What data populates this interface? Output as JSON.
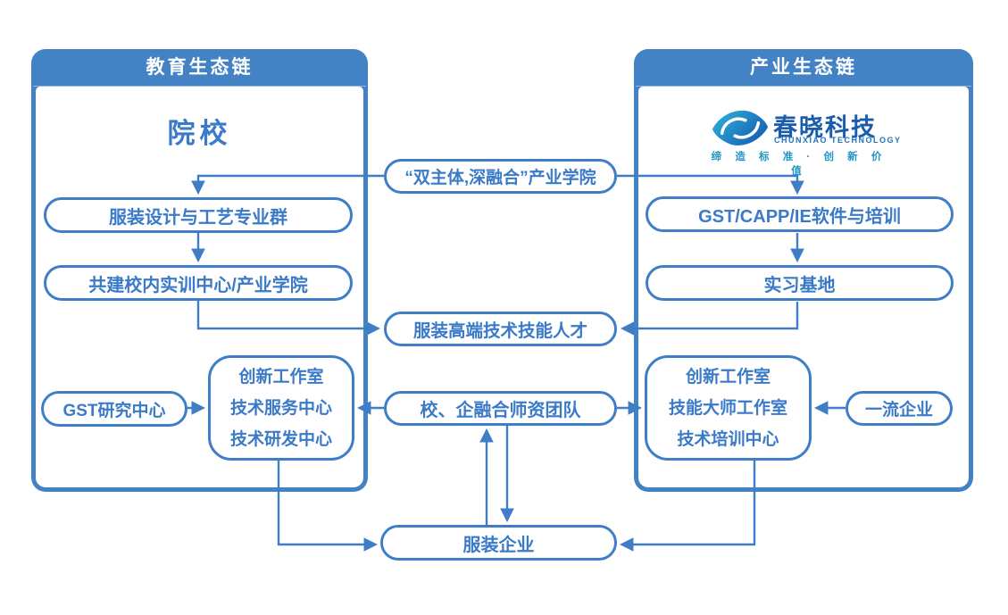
{
  "diagram": {
    "left_panel": {
      "header": "教育生态链",
      "college": "院校",
      "major_group": "服装设计与工艺专业群",
      "training_center": "共建校内实训中心/产业学院",
      "gst_research": "GST研究中心",
      "workshops": [
        "创新工作室",
        "技术服务中心",
        "技术研发中心"
      ]
    },
    "right_panel": {
      "header": "产业生态链",
      "logo": {
        "cn": "春晓科技",
        "en": "CHUNXIAO TECHNOLOGY",
        "slogan": "缔 造 标 准 · 创 新 价 值"
      },
      "software_training": "GST/CAPP/IE软件与培训",
      "internship_base": "实习基地",
      "workshops": [
        "创新工作室",
        "技能大师工作室",
        "技术培训中心"
      ],
      "top_enterprise": "一流企业"
    },
    "center": {
      "industry_college": "“双主体,深融合”产业学院",
      "talent": "服装高端技术技能人才",
      "faculty_team": "校、企融合师资团队",
      "garment_enterprise": "服装企业"
    },
    "connections": [
      {
        "from": "industry_college",
        "to": "major_group",
        "dir": "one-way"
      },
      {
        "from": "industry_college",
        "to": "software_training",
        "dir": "one-way"
      },
      {
        "from": "major_group",
        "to": "training_center",
        "dir": "one-way"
      },
      {
        "from": "software_training",
        "to": "internship_base",
        "dir": "one-way"
      },
      {
        "from": "training_center",
        "to": "talent",
        "dir": "one-way"
      },
      {
        "from": "internship_base",
        "to": "talent",
        "dir": "one-way"
      },
      {
        "from": "gst_research",
        "to": "left_workshops",
        "dir": "one-way"
      },
      {
        "from": "faculty_team",
        "to": "left_workshops",
        "dir": "one-way"
      },
      {
        "from": "faculty_team",
        "to": "right_workshops",
        "dir": "one-way"
      },
      {
        "from": "top_enterprise",
        "to": "right_workshops",
        "dir": "one-way"
      },
      {
        "from": "faculty_team",
        "to": "garment_enterprise",
        "dir": "two-way"
      },
      {
        "from": "left_workshops",
        "to": "garment_enterprise",
        "dir": "one-way"
      },
      {
        "from": "right_workshops",
        "to": "garment_enterprise",
        "dir": "one-way"
      }
    ],
    "colors": {
      "stroke": "#3F7EC6",
      "header_fill": "#4282C5",
      "node_text": "#3A7AC8",
      "logo_blue": "#1A5CAD",
      "logo_teal": "#2FB3DC",
      "slogan": "#2196C4"
    }
  }
}
